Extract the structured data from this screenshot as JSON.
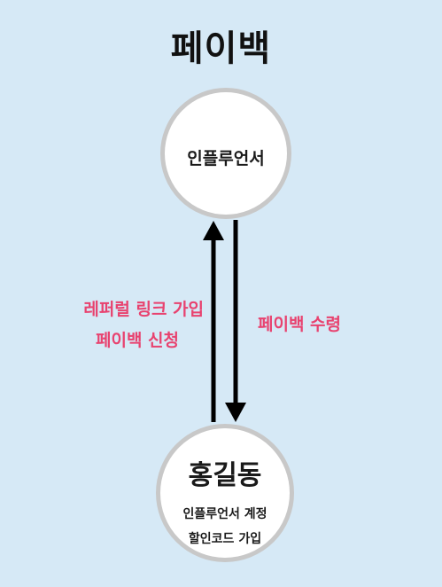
{
  "title": "페이백",
  "nodes": {
    "influencer": {
      "label": "인플루언서"
    },
    "user": {
      "name": "홍길동",
      "lines": [
        "인플루언서 계정",
        "할인코드 가입"
      ]
    }
  },
  "edges": {
    "up": {
      "lines": [
        "레퍼럴 링크 가입",
        "페이백 신청"
      ]
    },
    "down": {
      "label": "페이백 수령"
    }
  },
  "colors": {
    "background": "#d6e9f6",
    "label": "#e8426f",
    "circle_border": "#c8c8c8",
    "arrow": "#000000"
  }
}
